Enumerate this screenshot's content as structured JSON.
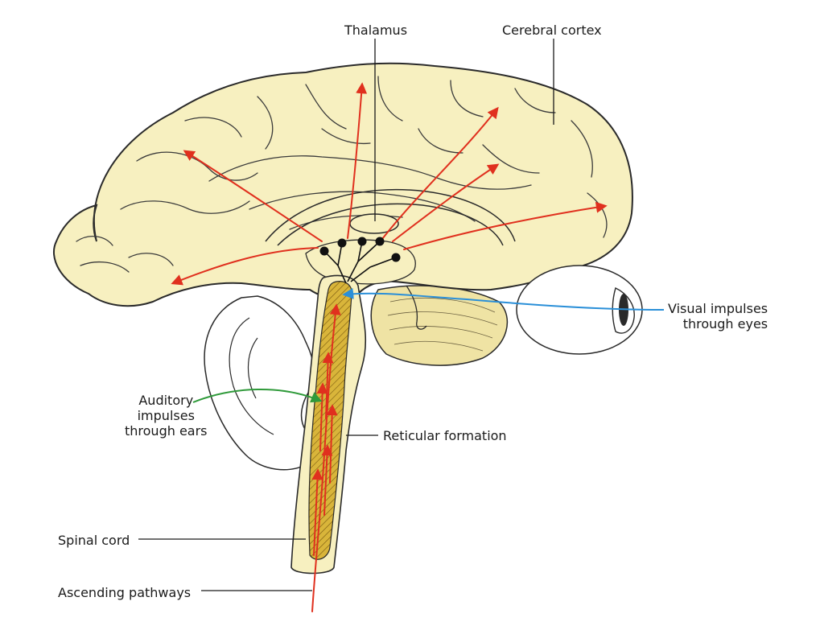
{
  "labels": {
    "thalamus": "Thalamus",
    "cerebral_cortex": "Cerebral cortex",
    "visual": [
      "Visual impulses",
      "through eyes"
    ],
    "auditory": [
      "Auditory",
      "impulses",
      "through ears"
    ],
    "reticular_formation": "Reticular formation",
    "spinal_cord": "Spinal cord",
    "ascending_pathways": "Ascending pathways"
  },
  "colors": {
    "brain_fill": "#f7f0c0",
    "outline": "#2a2a2a",
    "reticular_fill": "#d9b53a",
    "ascending_arrows": "#e0301e",
    "visual_pathway": "#2a8fd8",
    "auditory_pathway": "#2f9a3a",
    "background": "#ffffff"
  }
}
